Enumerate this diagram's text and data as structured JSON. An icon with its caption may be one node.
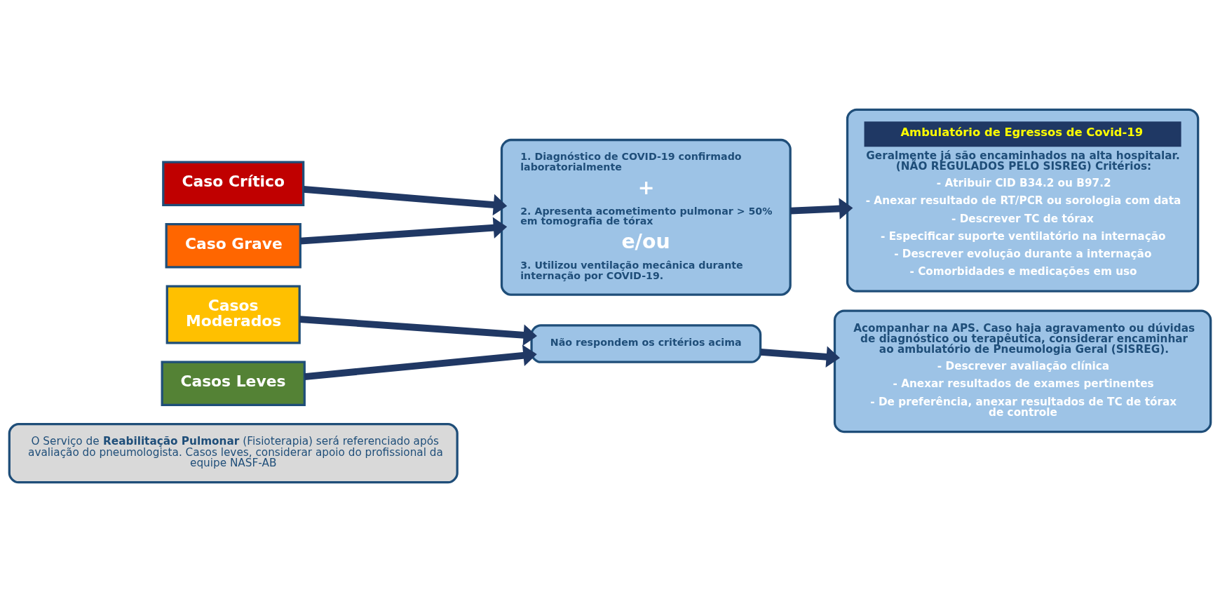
{
  "diagram": {
    "nodes": [
      {
        "text": [
          "Caso Crítico"
        ]
      },
      {
        "text": [
          "Caso Grave"
        ]
      },
      {
        "text": [
          "Casos Moderados"
        ]
      },
      {
        "text": [
          "Casos Leves"
        ]
      },
      {
        "text": [
          "1. Diagnóstico de COVID-19 confirmado laboratorialmente",
          "+",
          "2. Apresenta acometimento pulmonar > 50% em tomografia de tórax",
          "e/ou",
          "3. Utilizou ventilação mecânica durante internação por COVID-19."
        ]
      },
      {
        "text": [
          "Ambulatório de Egressos de Covid-19",
          "Geralmente já são encaminhados na alta hospitalar. (NÃO REGULADOS PELO SISREG) Critérios:",
          "- Atribuir CID B34.2 ou B97.2",
          "- Anexar resultado de RT/PCR ou sorologia com data",
          "- Descrever TC de tórax",
          "- Especificar suporte ventilatório na internação",
          "- Descrever evolução durante a internação",
          "- Comorbidades e medicações em uso"
        ]
      },
      {
        "text": [
          "Não respondem os critérios acima"
        ]
      },
      {
        "text": [
          "Acompanhar na APS. Caso haja agravamento ou dúvidas de diagnóstico ou terapêutica, considerar encaminhar ao ambulatório de Pneumologia Geral (SISREG).",
          "- Descrever avaliação clínica",
          "- Anexar resultados de exames pertinentes",
          "- De preferência, anexar resultados de TC de tórax de controle"
        ]
      },
      {
        "text": [
          "O Serviço de **Reabilitação Pulmonar** (Fisioterapia) será referenciado após avaliação do pneumologista. Casos leves, considerar apoio do profissional da equipe NASF-AB"
        ]
      }
    ],
    "edges": [
      {
        "from": 0,
        "to": 4,
        "arrow": "to"
      },
      {
        "from": 1,
        "to": 4,
        "arrow": "to"
      },
      {
        "from": 2,
        "to": 6,
        "arrow": "to"
      },
      {
        "from": 3,
        "to": 6,
        "arrow": "to"
      },
      {
        "from": 4,
        "to": 5,
        "arrow": "to"
      },
      {
        "from": 6,
        "to": 7,
        "arrow": "to"
      }
    ]
  }
}
